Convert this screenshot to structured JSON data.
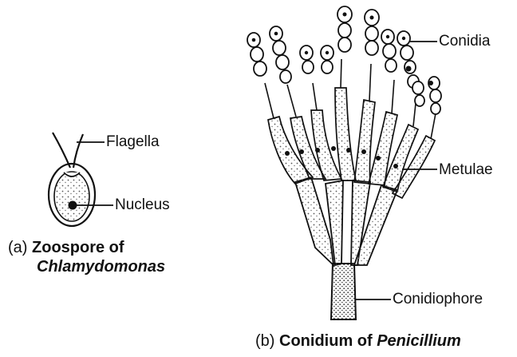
{
  "labels": {
    "flagella": "Flagella",
    "nucleus": "Nucleus",
    "conidia": "Conidia",
    "metulae": "Metulae",
    "conidiophore": "Conidiophore"
  },
  "captions": {
    "a": {
      "prefix": "(a)",
      "line1": "Zoospore of",
      "line2": "Chlamydomonas"
    },
    "b": {
      "prefix": "(b)",
      "text": "Conidium of",
      "genus": "Penicillium"
    }
  },
  "colors": {
    "ink": "#111111",
    "stipple": "#555555",
    "background": "#ffffff"
  }
}
